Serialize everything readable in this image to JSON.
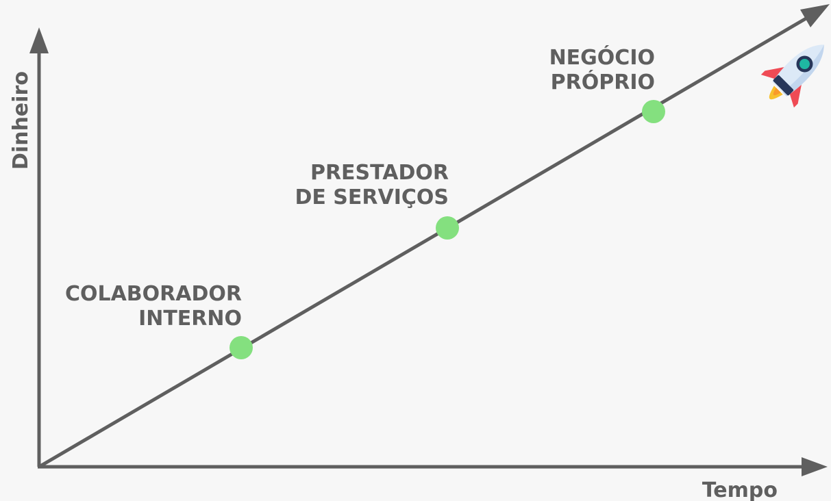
{
  "axes": {
    "y_label": "Dinheiro",
    "x_label": "Tempo"
  },
  "stages": [
    {
      "line1": "COLABORADOR",
      "line2": "INTERNO"
    },
    {
      "line1": "PRESTADOR",
      "line2": "DE SERVIÇOS"
    },
    {
      "line1": "NEGÓCIO",
      "line2": "PRÓPRIO"
    }
  ],
  "colors": {
    "background": "#f7f7f7",
    "line": "#5f5f5f",
    "text": "#5f5f5f",
    "marker": "#84e07f"
  },
  "icons": {
    "rocket": "rocket-icon"
  }
}
